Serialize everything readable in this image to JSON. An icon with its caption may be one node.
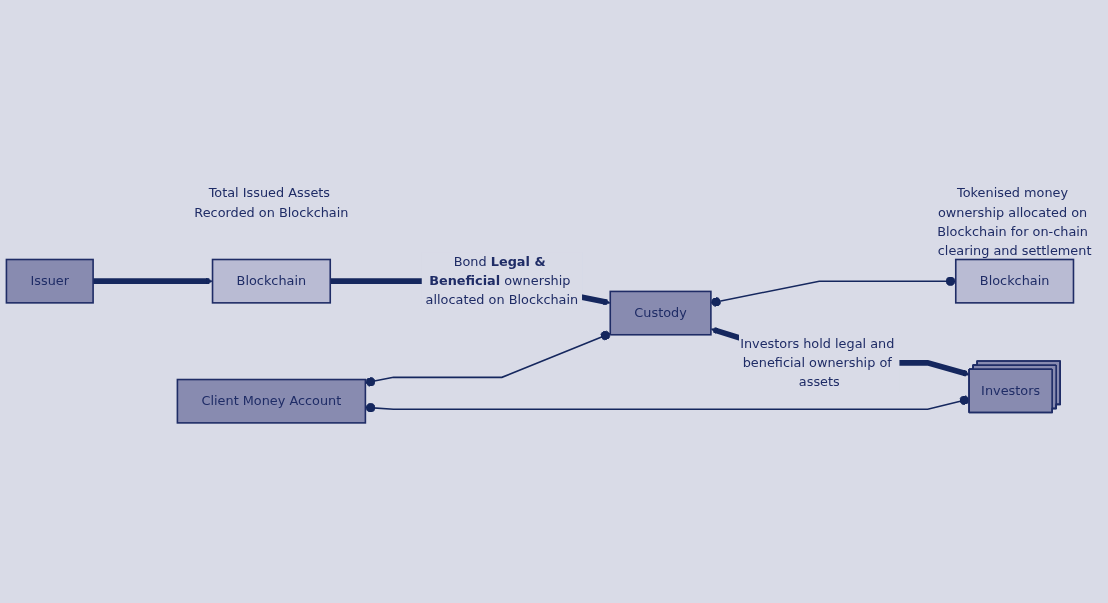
{
  "diagram": {
    "nodes": [
      {
        "text": [
          "Issuer"
        ]
      },
      {
        "text": [
          "Blockchain"
        ],
        "beside": [
          "Total Issued Assets Recorded on Blockchain"
        ]
      },
      {
        "text": [
          "Client Money Account"
        ]
      },
      {
        "text": [
          "Custody"
        ]
      },
      {
        "text": [
          "Investors"
        ]
      },
      {
        "text": [
          "Blockchain"
        ],
        "beside": [
          "Tokenised money ownership allocated on Blockchain for on-chain clearing and settlement"
        ]
      }
    ],
    "edges": [
      {
        "from": 0,
        "to": 1,
        "arrow": "to",
        "style": "thick"
      },
      {
        "from": 1,
        "to": 3,
        "arrow": "to",
        "style": "thick",
        "label": "Bond **Legal & Beneficial** ownership allocated on Blockchain"
      },
      {
        "from": 3,
        "to": 4,
        "arrow": "both",
        "style": "thick",
        "label": "Investors hold legal and beneficial ownership of assets"
      },
      {
        "from": 2,
        "to": 3,
        "arrow": "other"
      },
      {
        "from": 2,
        "to": 4,
        "arrow": "other"
      },
      {
        "from": 3,
        "to": 5,
        "arrow": "other"
      }
    ]
  }
}
